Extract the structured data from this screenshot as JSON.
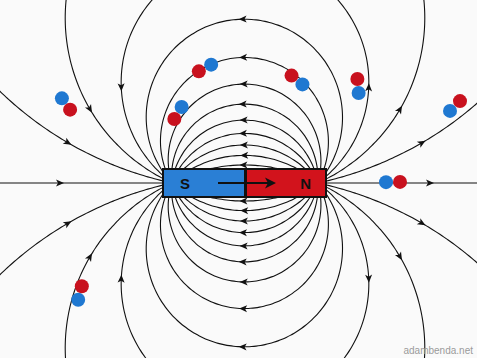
{
  "diagram": {
    "nodes": [
      {
        "text": [
          "S"
        ]
      },
      {
        "text": [
          "N"
        ]
      }
    ],
    "labels": [
      "adambenda.net"
    ]
  }
}
